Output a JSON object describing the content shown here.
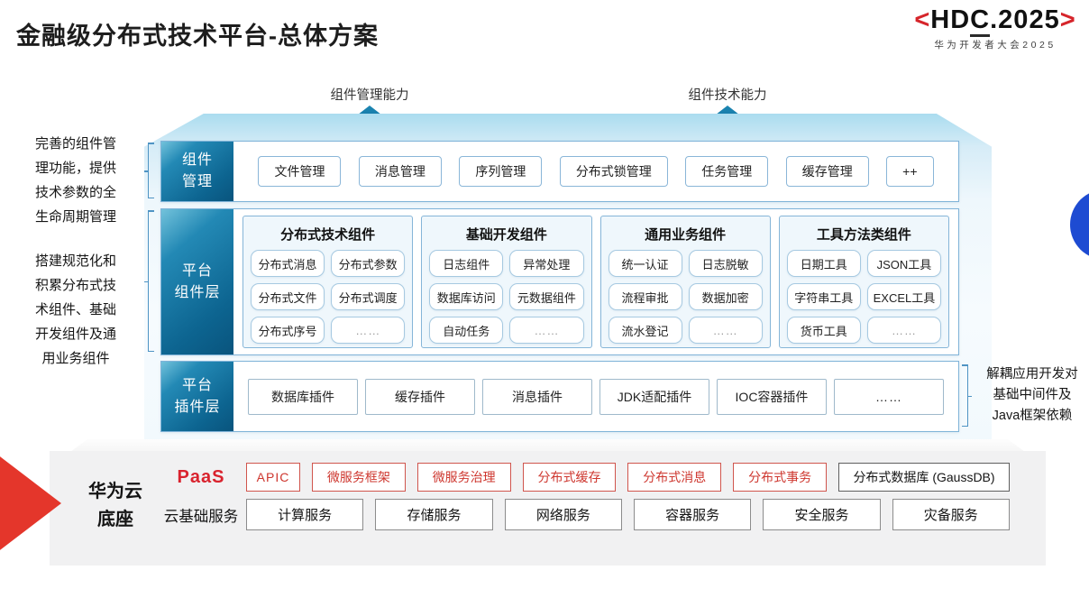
{
  "page": {
    "title": "金融级分布式技术平台-总体方案"
  },
  "logo": {
    "lb": "<",
    "p1": "HD",
    "p2": "C",
    "p3": ".2025",
    "rb": ">",
    "subtitle": "华为开发者大会2025"
  },
  "arrows": [
    {
      "label": "组件管理能力"
    },
    {
      "label": "组件技术能力"
    }
  ],
  "left_notes": {
    "note1": "完善的组件管\n理功能，提供\n技术参数的全\n生命周期管理",
    "note2": "搭建规范化和\n积累分布式技\n术组件、基础\n开发组件及通\n用业务组件"
  },
  "right_note": "解耦应用开发对\n基础中间件及\nJava框架依赖",
  "rows": {
    "component_mgmt": {
      "label": "组件\n管理",
      "items": [
        "文件管理",
        "消息管理",
        "序列管理",
        "分布式锁管理",
        "任务管理",
        "缓存管理",
        "++"
      ]
    },
    "platform_components": {
      "label": "平台\n组件层",
      "columns": [
        {
          "title": "分布式技术组件",
          "items": [
            "分布式消息",
            "分布式参数",
            "分布式文件",
            "分布式调度",
            "分布式序号",
            "……"
          ]
        },
        {
          "title": "基础开发组件",
          "items": [
            "日志组件",
            "异常处理",
            "数据库访问",
            "元数据组件",
            "自动任务",
            "……"
          ]
        },
        {
          "title": "通用业务组件",
          "items": [
            "统一认证",
            "日志脱敏",
            "流程审批",
            "数据加密",
            "流水登记",
            "……"
          ]
        },
        {
          "title": "工具方法类组件",
          "items": [
            "日期工具",
            "JSON工具",
            "字符串工具",
            "EXCEL工具",
            "货币工具",
            "……"
          ]
        }
      ]
    },
    "platform_plugins": {
      "label": "平台\n插件层",
      "items": [
        "数据库插件",
        "缓存插件",
        "消息插件",
        "JDK适配插件",
        "IOC容器插件",
        "……"
      ]
    }
  },
  "foundation": {
    "label": "华为云\n底座",
    "paas": {
      "label": "PaaS",
      "items": [
        "APIC",
        "微服务框架",
        "微服务治理",
        "分布式缓存",
        "分布式消息",
        "分布式事务"
      ],
      "db_item": "分布式数据库 (GaussDB)"
    },
    "iaas": {
      "label": "云基础服务",
      "items": [
        "计算服务",
        "存储服务",
        "网络服务",
        "容器服务",
        "安全服务",
        "灾备服务"
      ]
    }
  },
  "colors": {
    "brand_red": "#d6252b",
    "layer_label_dark": "#09547d",
    "layer_label_light": "#72c2db",
    "layer_border": "#7fb3d8",
    "arrow_teal": "#0e6a9b",
    "panel_gray": "#f1f1f2",
    "circle_blue": "#1e4bd2"
  }
}
